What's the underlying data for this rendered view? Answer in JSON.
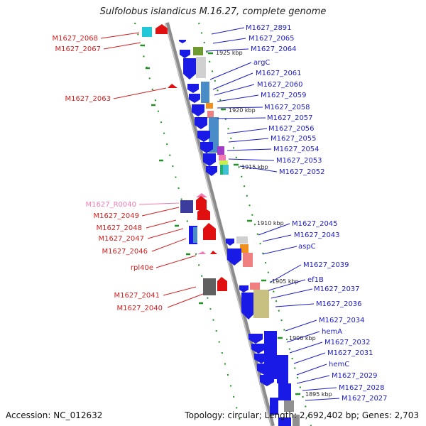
{
  "title": "Sulfolobus islandicus M.16.27, complete genome",
  "footer": {
    "accession": "Accession: NC_012632",
    "summary": "Topology: circular; Length: 2,692,402 bp; Genes: 2,703"
  },
  "colors": {
    "right_label": "#1c1cc8",
    "left_label": "#d42020",
    "rna_label": "#f07cb4",
    "scale": "#229022",
    "backbone": "#8c8c8c"
  },
  "scale_ticks": [
    "1925 kbp",
    "1920 kbp",
    "1915 kbp",
    "1910 kbp",
    "1905 kbp",
    "1900 kbp",
    "1895 kbp"
  ],
  "right_labels": [
    "M1627_2891",
    "M1627_2065",
    "M1627_2064",
    "argC",
    "M1627_2061",
    "M1627_2060",
    "M1627_2059",
    "M1627_2058",
    "M1627_2057",
    "M1627_2056",
    "M1627_2055",
    "M1627_2054",
    "M1627_2053",
    "M1627_2052",
    "M1627_2045",
    "M1627_2043",
    "aspC",
    "M1627_2039",
    "ef1B",
    "M1627_2037",
    "M1627_2036",
    "M1627_2034",
    "hemA",
    "M1627_2032",
    "M1627_2031",
    "hemC",
    "M1627_2029",
    "M1627_2028",
    "M1627_2027"
  ],
  "left_labels": [
    "M1627_2068",
    "M1627_2067",
    "M1627_2063",
    "M1627_R0040",
    "M1627_2049",
    "M1627_2048",
    "M1627_2047",
    "M1627_2046",
    "rpl40e",
    "M1627_2041",
    "M1627_2040"
  ]
}
